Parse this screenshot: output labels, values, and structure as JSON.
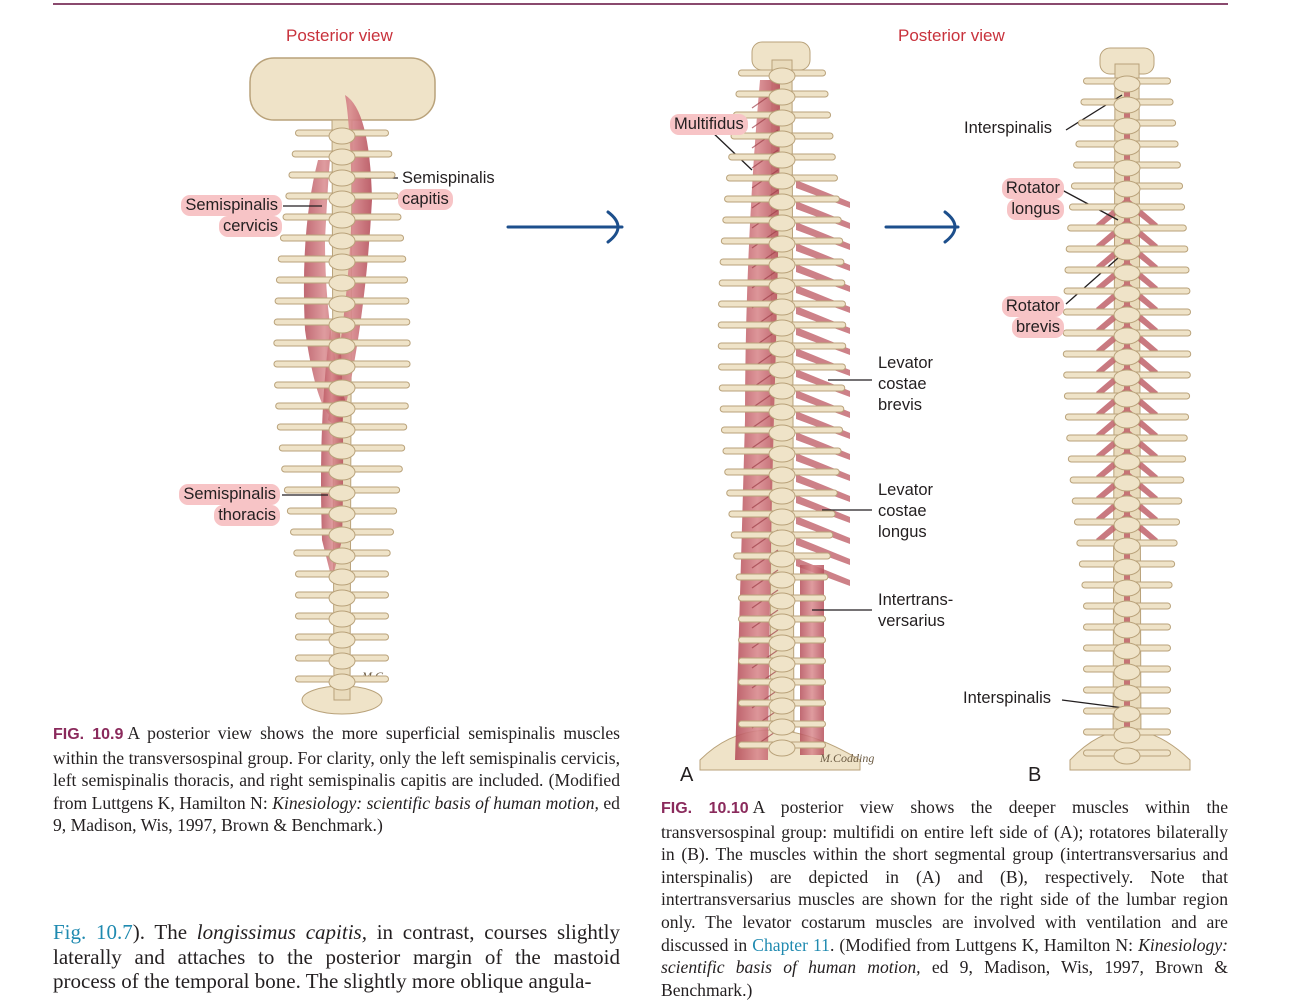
{
  "fig_10_9": {
    "view_title": "Posterior view",
    "labels": {
      "semispinalis_capitis": [
        "Semispinalis",
        "capitis"
      ],
      "semispinalis_cervicis": [
        "Semispinalis",
        "cervicis"
      ],
      "semispinalis_thoracis": [
        "Semispinalis",
        "thoracis"
      ]
    },
    "signature": "M.C.",
    "caption": {
      "fig_number": "FIG. 10.9",
      "text_1": "A posterior view shows the more superficial semispinalis muscles within the transversospinal group. For clarity, only the left semispinalis cervicis, left semispinalis thoracis, and right semispinalis capitis are included. (Modified from Luttgens K, Hamilton N: ",
      "italic": "Kinesiology: scientific basis of human motion,",
      "text_2": " ed 9, Madison, Wis, 1997, Brown & Benchmark.)"
    }
  },
  "fig_10_10": {
    "view_title": "Posterior  view",
    "panel_a_letter": "A",
    "panel_b_letter": "B",
    "labels": {
      "multifidus": "Multifidus",
      "levator_costae_brevis": [
        "Levator",
        "costae",
        "brevis"
      ],
      "levator_costae_longus": [
        "Levator",
        "costae",
        "longus"
      ],
      "intertransversarius": [
        "Intertrans-",
        "versarius"
      ],
      "interspinalis_top": "Interspinalis",
      "rotator_longus": [
        "Rotator",
        "longus"
      ],
      "rotator_brevis": [
        "Rotator",
        "brevis"
      ],
      "interspinalis_bottom": "Interspinalis"
    },
    "signature": "M.Codding",
    "caption": {
      "fig_number": "FIG. 10.10",
      "text_1": "A posterior view shows the deeper muscles within the transversospinal group: multifidi on entire left side of (A); rotatores bilaterally in (B). The muscles within the short segmental group (intertransversarius and interspinalis) are depicted in (A) and (B), respectively. Note that intertransversarius muscles are shown for the right side of the lumbar region only. The levator costarum muscles are involved with ventilation and are discussed in ",
      "link": "Chapter 11",
      "text_2": ". (Modified from Luttgens K, Hamilton N: ",
      "italic": "Kinesiology: scientific basis of human motion,",
      "text_3": " ed 9, Madison, Wis, 1997, Brown & Benchmark.)"
    }
  },
  "body_text": {
    "link": "Fig. 10.7",
    "text_1": "). The ",
    "italic": "longissimus capitis,",
    "text_2": " in contrast, courses slightly laterally and attaches to the posterior margin of the mastoid process of the temporal bone. The slightly more oblique angula-"
  },
  "colors": {
    "bone": "#efe3c8",
    "bone_edge": "#b9a27a",
    "muscle": "#c0626a",
    "arrow": "#1d4f8c",
    "label_highlight": "#f7c4c6",
    "title_red": "#c8323c",
    "fig_number": "#8a2a5c",
    "link": "#1f8ab0"
  }
}
